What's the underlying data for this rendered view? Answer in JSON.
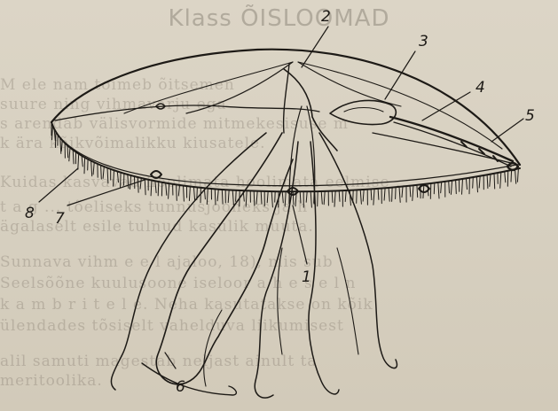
{
  "bleed_text": {
    "title": "Klass ÕISLOOMAD",
    "lines": [
      "M         ele        nam  toimeb  õitsemen",
      "  suure                     ning      vihmavarju               ega",
      "  s           arendab  välisvormide  mitmekesisuse  m",
      "  k           ära  kõikvõimalikku  kiusatele.",
      "",
      "  Kuidas  kasvavad  hoolimata  hoolimata  eelmise  ...",
      "t a g ...         tõeliseks  tunnusjooneks  ja  h",
      "ägalaselt  esile  tulnud  kasulik  muuta.",
      "  Sunnava   vihm  e e l   ajaloo,  18),  mis  sub",
      "Seelsõõne   kuulusoone   iseloor     a h e s e l n",
      "k a m b r i t e l e.  Neha  kasutatakse  on  kõik",
      "ülendades  tõsiselt  vahelduva  liikumisest",
      "                 alil  samuti  magestab  neljast  ainult  ta",
      "                         meritoolika."
    ]
  },
  "diagram_labels": [
    {
      "id": "label-1",
      "text": "1"
    },
    {
      "id": "label-2",
      "text": "2"
    },
    {
      "id": "label-3",
      "text": "3"
    },
    {
      "id": "label-4",
      "text": "4"
    },
    {
      "id": "label-5",
      "text": "5"
    },
    {
      "id": "label-6",
      "text": "6"
    },
    {
      "id": "label-7",
      "text": "7"
    },
    {
      "id": "label-8",
      "text": "8"
    }
  ],
  "colors": {
    "paper": "#d8d1c2",
    "ink": "#1d1a16",
    "bleed": "#6e6458"
  }
}
